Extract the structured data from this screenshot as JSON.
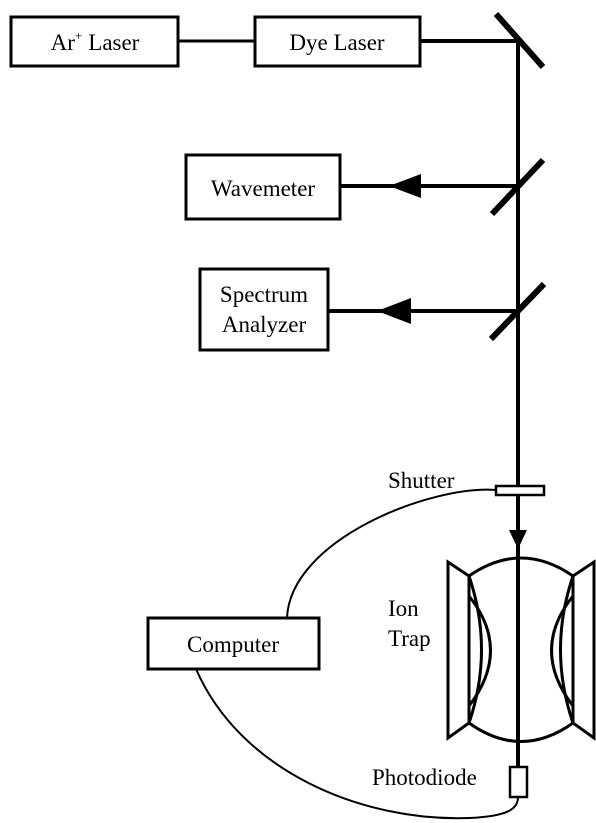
{
  "components": {
    "ar_laser": {
      "label": "Ar",
      "superscript": "+",
      "suffix": "Laser"
    },
    "dye_laser": {
      "label": "Dye Laser"
    },
    "wavemeter": {
      "label": "Wavemeter"
    },
    "spectrum_analyzer": {
      "line1": "Spectrum",
      "line2": "Analyzer"
    },
    "shutter": {
      "label": "Shutter"
    },
    "ion_trap": {
      "line1": "Ion",
      "line2": "Trap"
    },
    "computer": {
      "label": "Computer"
    },
    "photodiode": {
      "label": "Photodiode"
    }
  }
}
